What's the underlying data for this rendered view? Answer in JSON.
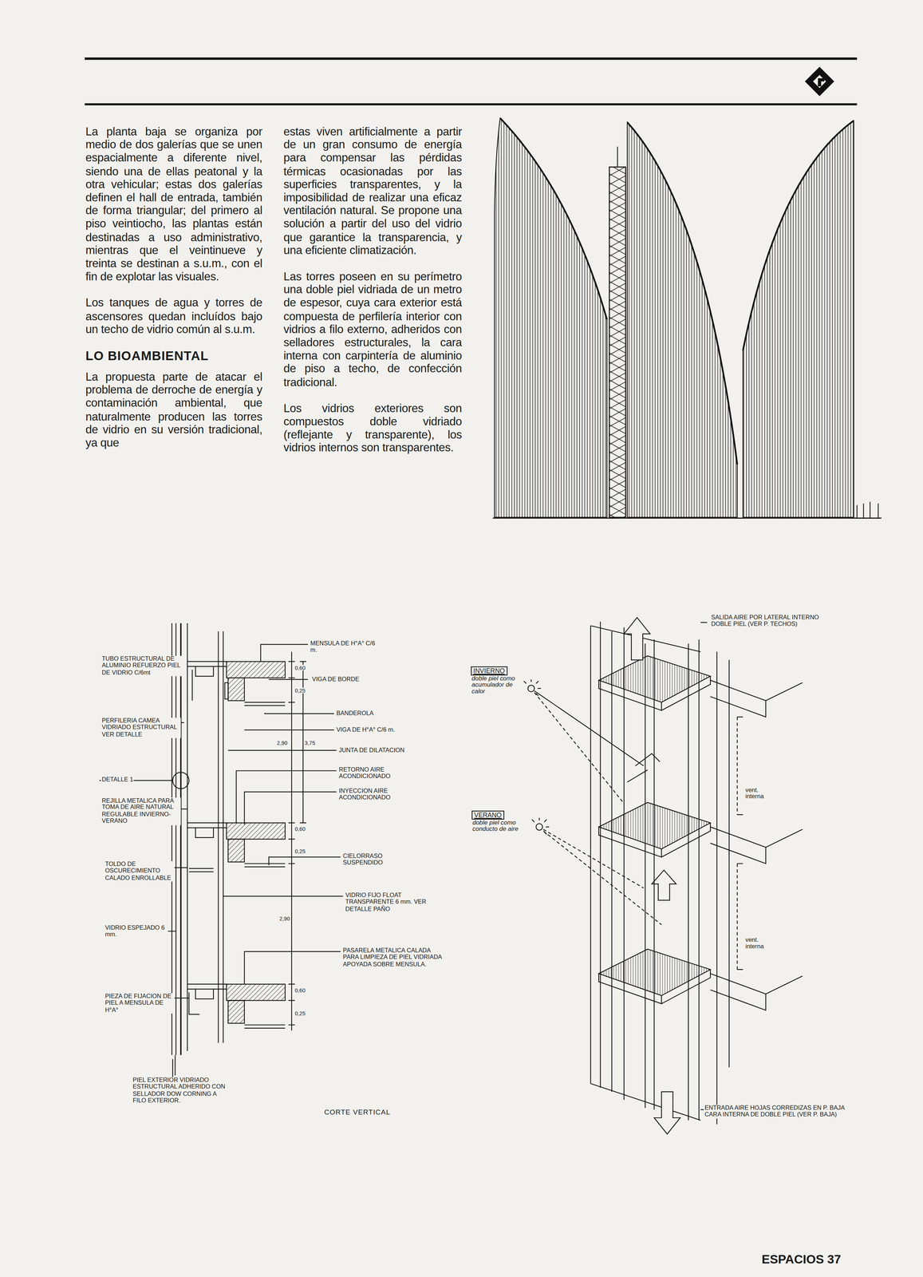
{
  "diagram": {
    "nodes": [
      {
        "text": [
          "INVIERNO",
          "doble piel como acumulador de calor"
        ]
      },
      {
        "text": [
          "VERANO",
          "doble piel como conducto de aire"
        ]
      }
    ],
    "labels": [
      "La planta baja se organiza por medio de dos galerías que se unen espacialmente a diferente nivel, siendo una de ellas peatonal y la otra vehicular; estas dos galerías definen el hall de entrada, también de forma triangular; del primero al piso veintiocho, las plantas están destinadas a uso administrativo, mientras que el veintinueve y treinta se destinan a s.u.m., con el fin de explotar las visuales.",
      "Los tanques de agua y torres de ascensores quedan incluídos bajo un techo de vidrio común al s.u.m.",
      "LO BIOAMBIENTAL",
      "La propuesta parte de atacar el problema de derroche de energía y contaminación ambiental, que naturalmente producen las torres de vidrio en su versión tradicional, ya que",
      "estas viven artificialmente a partir de un gran consumo de energía para compensar las pérdidas térmicas ocasionadas por las superficies transparentes, y la imposibilidad de realizar una eficaz ventilación natural. Se propone una solución a partir del uso del vidrio que garantice la transparencia, y una eficiente climatización.",
      "Las torres poseen en su perímetro una doble piel vidriada de un metro de espesor, cuya cara exterior está compuesta de perfilería interior con vidrios a filo externo, adheridos con selladores estructurales, la cara interna con carpintería de aluminio de piso a techo, de confección tradicional.",
      "Los vidrios exteriores son compuestos doble vidriado (reflejante y transparente), los vidrios internos son transparentes.",
      "ESPACIOS 37",
      "TUBO ESTRUCTURAL DE ALUMINIO REFUERZO PIEL DE VIDRIO C/6mt",
      "PERFILERIA CAMEA VIDRIADO ESTRUCTURAL VER DETALLE",
      "DETALLE 1",
      "REJILLA METALICA PARA TOMA DE AIRE NATURAL REGULABLE INVIERNO-VERANO",
      "TOLDO DE OSCURECIMIENTO CALADO ENROLLABLE",
      "VIDRIO ESPEJADO 6 mm.",
      "PIEZA DE FIJACION DE PIEL A MENSULA DE H°A°",
      "PIEL EXTERIOR VIDRIADO ESTRUCTURAL ADHERIDO CON SELLADOR DOW CORNING A FILO EXTERIOR.",
      "MENSULA DE H°A° C/6 m.",
      "VIGA DE BORDE",
      "BANDEROLA",
      "VIGA DE H°A° C/6 m.",
      "JUNTA DE DILATACION",
      "RETORNO AIRE ACONDICIONADO",
      "INYECCION AIRE ACONDICIONADO",
      "CIELORRASO SUSPENDIDO",
      "VIDRIO FIJO FLOAT TRANSPARENTE 6 mm. VER DETALLE PAÑO",
      "PASARELA METALICA CALADA PARA LIMPIEZA DE PIEL VIDRIADA APOYADA SOBRE MENSULA.",
      "0,60",
      "0,25",
      "2,90",
      "3,75",
      "0,60",
      "0,25",
      "2,90",
      "0,60",
      "0,25",
      "CORTE VERTICAL",
      "SALIDA AIRE POR LATERAL INTERNO DOBLE PIEL (VER P. TECHOS)",
      "vent. interna",
      "vent. interna",
      "ENTRADA AIRE HOJAS CORREDIZAS EN P. BAJA CARA INTERNA DE DOBLE PIEL (VER P. BAJA)"
    ]
  }
}
